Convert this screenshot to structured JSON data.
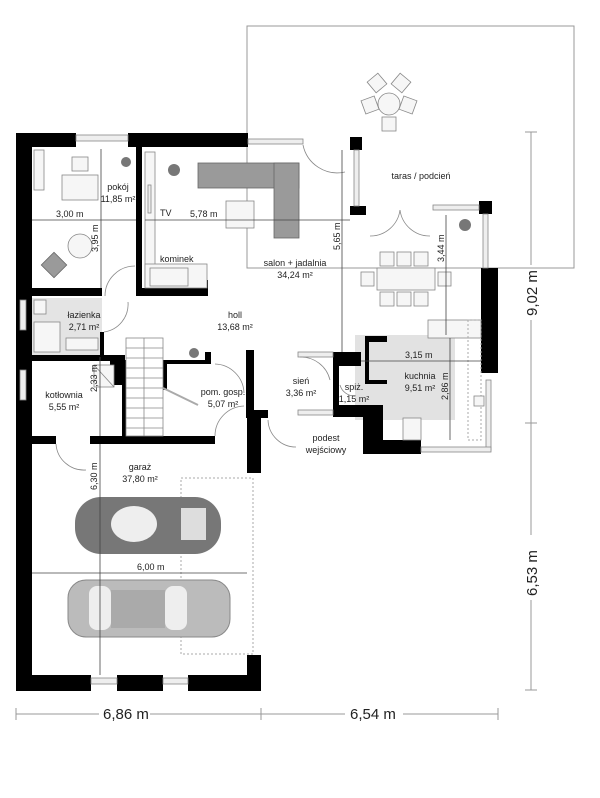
{
  "plan": {
    "rooms": [
      {
        "id": "pokoj",
        "name": "pokój",
        "area": "11,85 m²"
      },
      {
        "id": "salon",
        "name": "salon + jadalnia",
        "area": "34,24 m²"
      },
      {
        "id": "lazienka",
        "name": "łazienka",
        "area": "2,71 m²"
      },
      {
        "id": "holl",
        "name": "holl",
        "area": "13,68 m²"
      },
      {
        "id": "kotlownia",
        "name": "kotłownia",
        "area": "5,55 m²"
      },
      {
        "id": "pom_gosp",
        "name": "pom. gosp.",
        "area": "5,07 m²"
      },
      {
        "id": "sien",
        "name": "sień",
        "area": "3,36 m²"
      },
      {
        "id": "spiz",
        "name": "spiż.",
        "area": "1,15 m²"
      },
      {
        "id": "kuchnia",
        "name": "kuchnia",
        "area": "9,51 m²"
      },
      {
        "id": "garaz",
        "name": "garaż",
        "area": "37,80 m²"
      },
      {
        "id": "taras",
        "name": "taras / podcień",
        "area": ""
      },
      {
        "id": "podest",
        "name": "podest",
        "area": "wejściowy"
      }
    ],
    "labels": {
      "tv": "TV",
      "kominek": "kominek"
    },
    "inner_dims": {
      "pokoj_w": "3,00 m",
      "pokoj_h": "3,95 m",
      "salon_w": "5,78 m",
      "salon_h": "5,65 m",
      "dining_h": "3,44 m",
      "kitchen_w": "3,15 m",
      "kitchen_h": "2,86 m",
      "kotlownia_h": "2,33 m",
      "garage_h": "6,30 m",
      "garage_w": "6,00 m"
    },
    "outer_dims": {
      "bottom_left": "6,86 m",
      "bottom_right": "6,54 m",
      "right_top": "9,02 m",
      "right_bottom": "6,53 m"
    },
    "colors": {
      "wall": "#000000",
      "furniture_dark": "#9a9a9a",
      "kitchen_floor": "#e2e2e2",
      "bath_floor": "#e4e4e4",
      "dim_line": "#999999"
    }
  }
}
